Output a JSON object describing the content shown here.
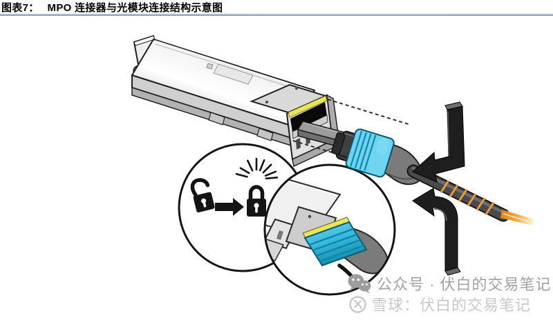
{
  "header": {
    "label": "图表7：",
    "title": "MPO 连接器与光模块连接结构示意图"
  },
  "watermarks": {
    "wechat": {
      "icon": "wechat-icon",
      "text": "公众号 · 伏白的交易笔记"
    },
    "xueqiu": {
      "icon": "xueqiu-icon",
      "text": "雪球：伏白的交易笔记"
    }
  },
  "icons": {
    "wechat": "wechat-icon",
    "xueqiu": "xueqiu-icon",
    "lock_open": "lock-open-icon",
    "lock_closed": "lock-closed-icon",
    "push_arrows": "push-arrow-icon"
  },
  "colors": {
    "divider_top": "#c2cfdb",
    "divider_bottom": "#7f97ad",
    "connector_cyan": "#35b9dd",
    "stripe_yellow": "#e9e655",
    "latch_orange": "#f5871f",
    "fiber_orange": "#f09a2d",
    "cable_gray": "#4a4a4a",
    "watermark_gray": "#a0a0a0",
    "watermark_light": "#c8c8c8"
  }
}
